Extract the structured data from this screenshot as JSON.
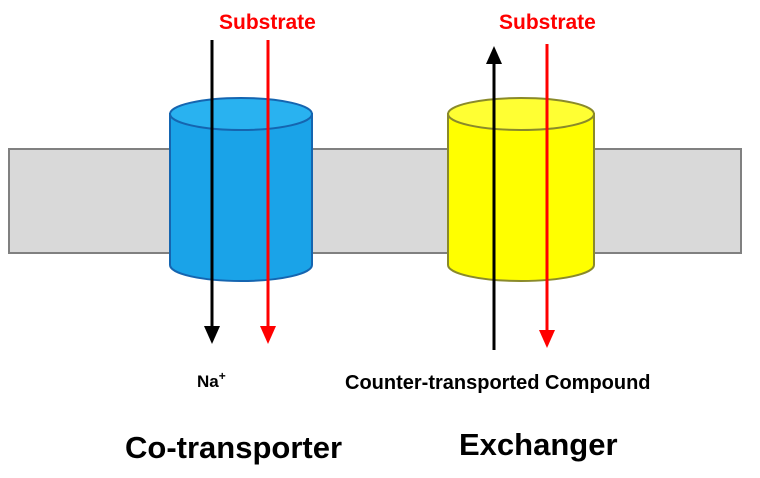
{
  "cotransporter": {
    "substrate_label": "Substrate",
    "ion_label": "Na",
    "ion_charge": "+",
    "caption": "Co-transporter",
    "cylinder_color": "#1aa3e8",
    "cylinder_outline": "#1565b0"
  },
  "exchanger": {
    "substrate_label": "Substrate",
    "counter_label": "Counter-transported Compound",
    "caption": "Exchanger",
    "cylinder_color": "#ffff00",
    "cylinder_outline": "#8a8a2a"
  },
  "colors": {
    "substrate_arrow": "#ff0000",
    "counter_arrow": "#000000",
    "membrane_fill": "#d9d9d9",
    "membrane_stroke": "#808080",
    "substrate_text": "#ff0000"
  }
}
